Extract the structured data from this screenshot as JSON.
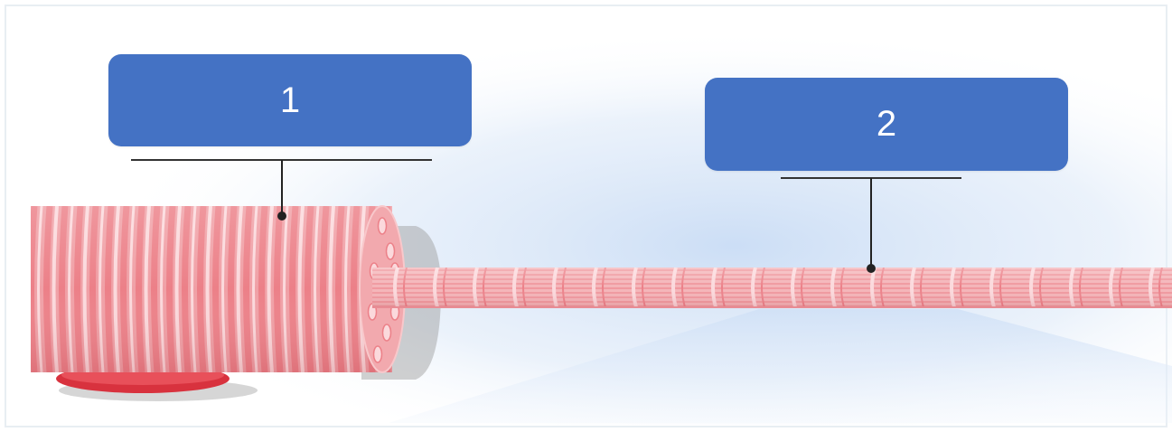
{
  "labels": [
    {
      "id": "1",
      "text": "1"
    },
    {
      "id": "2",
      "text": "2"
    }
  ],
  "colors": {
    "label_fill": "#4472c4",
    "label_text": "#ffffff",
    "fiber_base": "#f0a0a6",
    "fiber_stripe_dark": "#ec8088",
    "fiber_stripe_light": "#fbd9dc",
    "leader_line": "#222222",
    "background_glow": "#c9dcf5"
  },
  "icons": [
    "muscle-fiber-bundle",
    "myofibril-strand"
  ]
}
